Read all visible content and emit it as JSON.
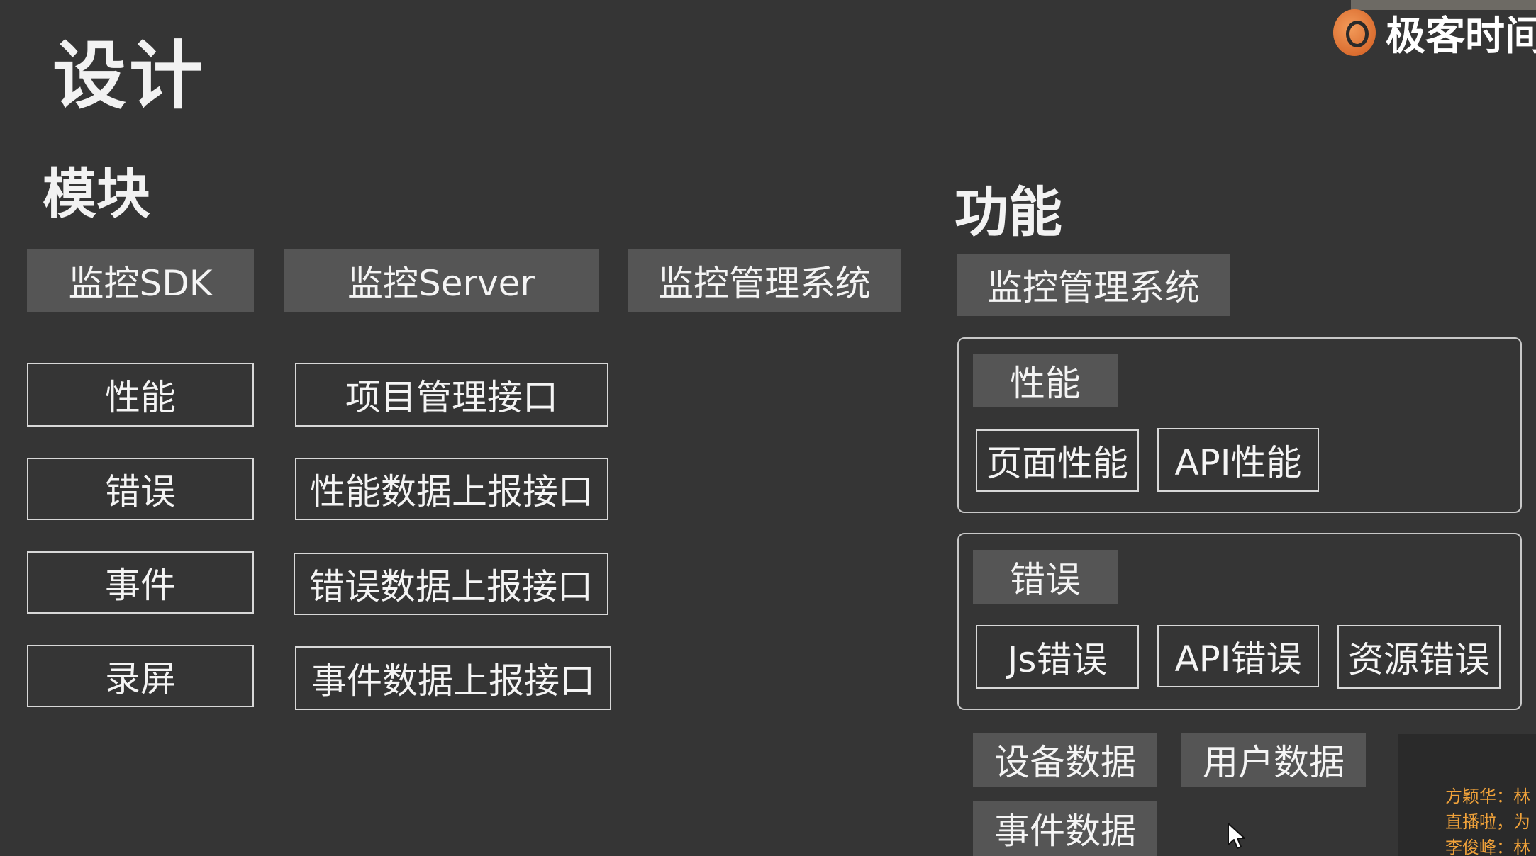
{
  "brand": {
    "name": "极客时间"
  },
  "slide": {
    "title": "设计",
    "modules": {
      "heading": "模块",
      "headers": [
        "监控SDK",
        "监控Server",
        "监控管理系统"
      ],
      "sdk_items": [
        "性能",
        "错误",
        "事件",
        "录屏"
      ],
      "server_items": [
        "项目管理接口",
        "性能数据上报接口",
        "错误数据上报接口",
        "事件数据上报接口"
      ]
    },
    "features": {
      "heading": "功能",
      "system_label": "监控管理系统",
      "performance": {
        "label": "性能",
        "items": [
          "页面性能",
          "API性能"
        ]
      },
      "error": {
        "label": "错误",
        "items": [
          "Js错误",
          "API错误",
          "资源错误"
        ]
      },
      "data_items": [
        "设备数据",
        "用户数据",
        "事件数据"
      ]
    }
  },
  "chat": {
    "lines": [
      "方颖华：林",
      "直播啦，为",
      "李俊峰：林"
    ]
  },
  "colors": {
    "background": "#353535",
    "filled_box": "#555555",
    "border": "#d8d8d8",
    "chat_text": "#f0a23a"
  }
}
